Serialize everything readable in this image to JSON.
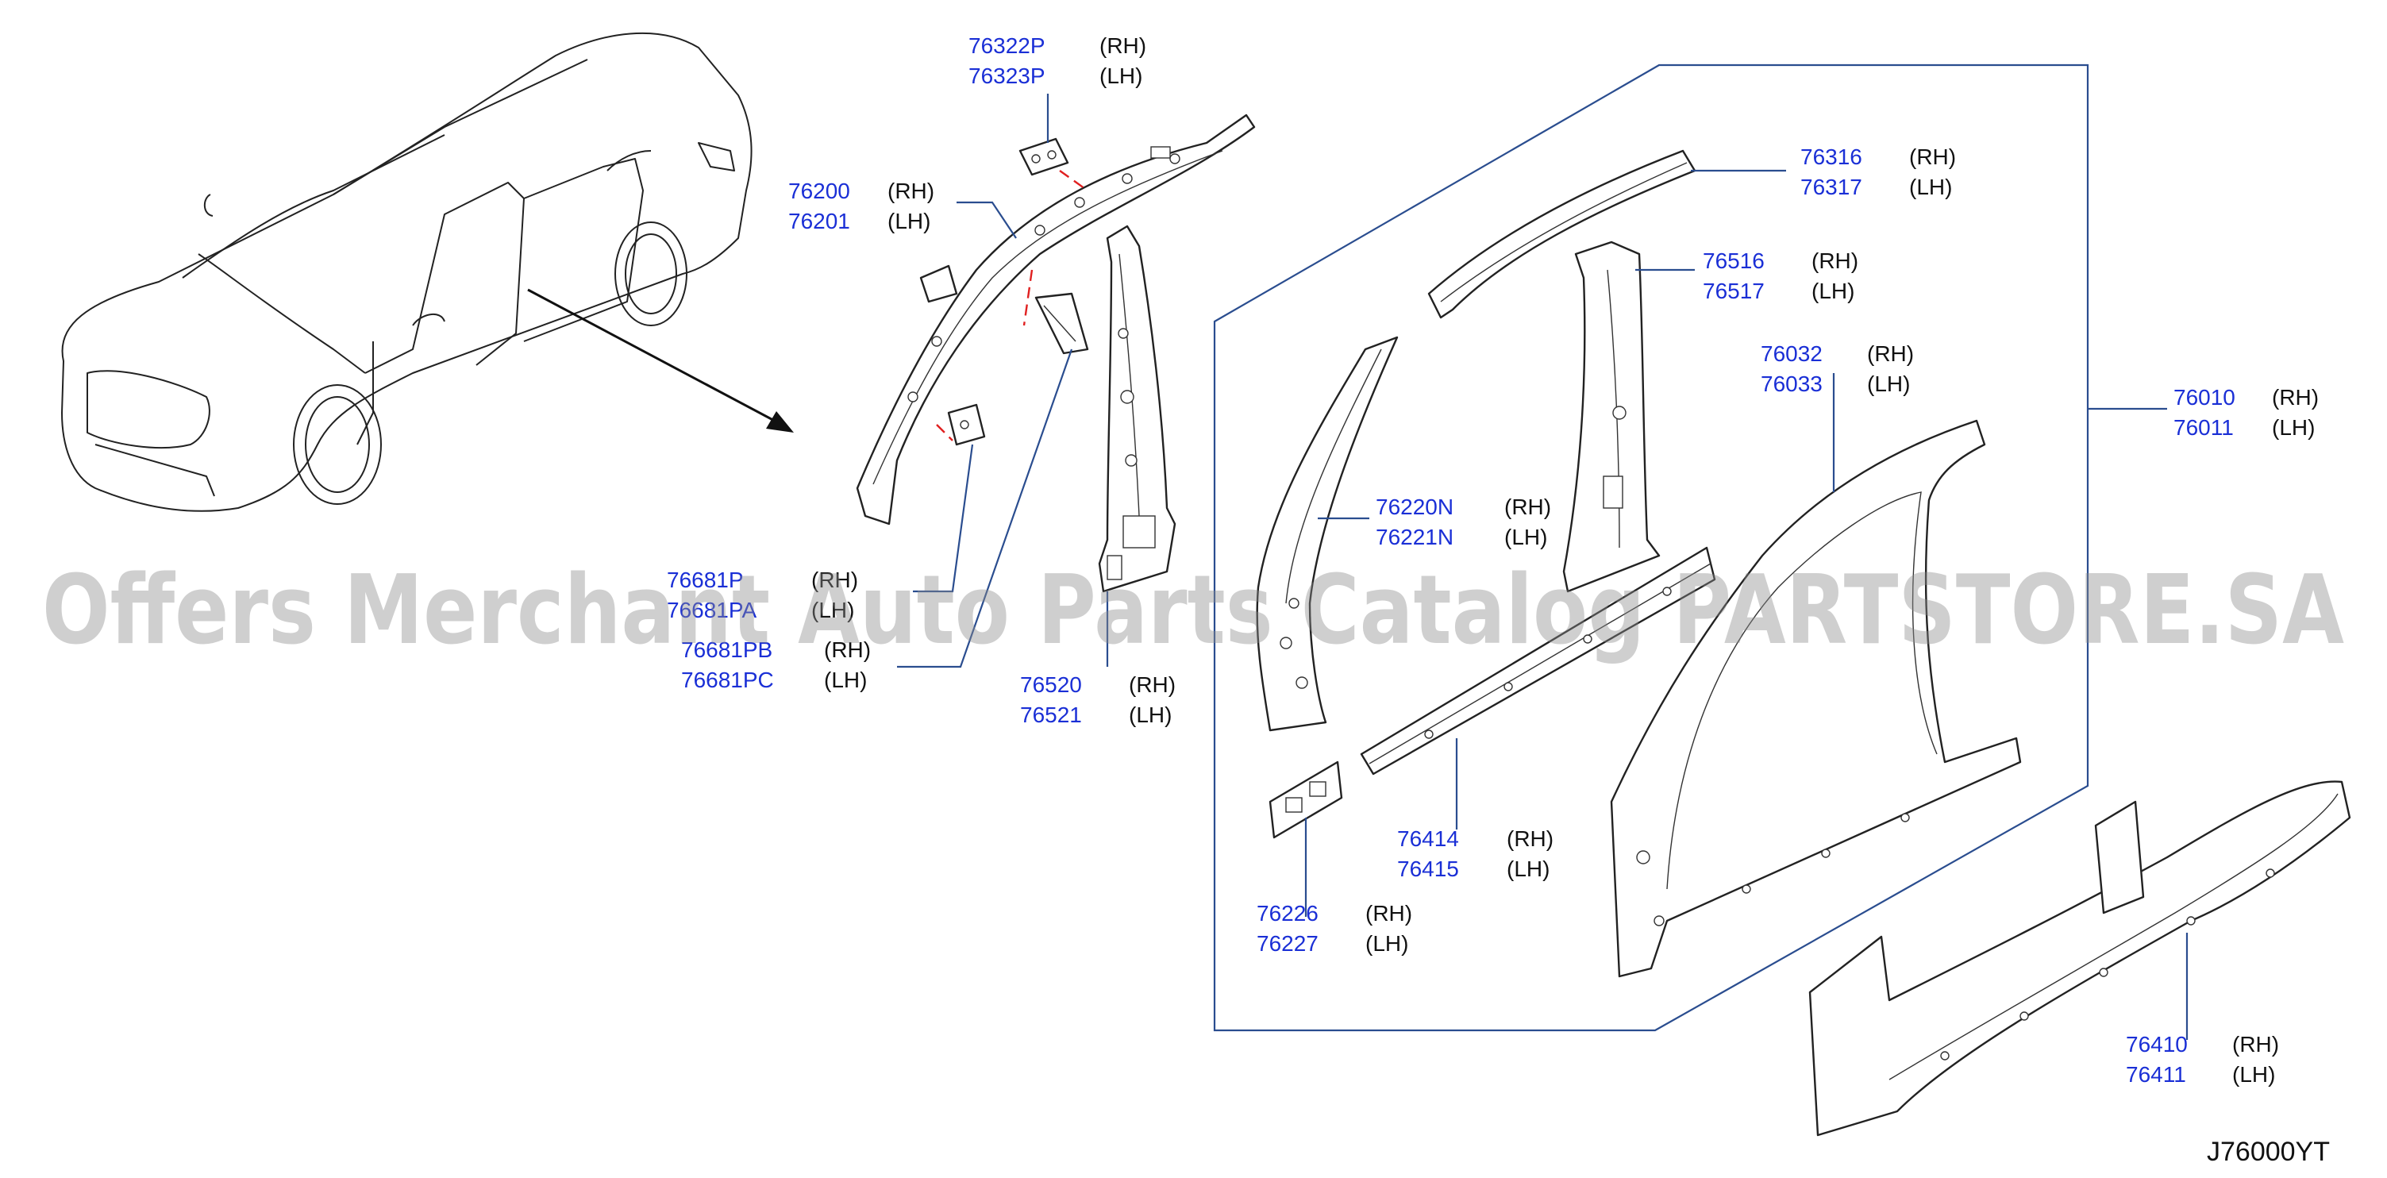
{
  "watermark": "Offers Merchant Auto Parts Catalog PARTSTORE.SA",
  "diagram_code": "J76000YT",
  "callouts": {
    "c76322": {
      "n1": "76322P",
      "s1": "(RH)",
      "n2": "76323P",
      "s2": "(LH)"
    },
    "c76200": {
      "n1": "76200",
      "s1": "(RH)",
      "n2": "76201",
      "s2": "(LH)"
    },
    "c76681p": {
      "n1": "76681P",
      "s1": "(RH)",
      "n2": "76681PA",
      "s2": "(LH)"
    },
    "c76681pb": {
      "n1": "76681PB",
      "s1": "(RH)",
      "n2": "76681PC",
      "s2": "(LH)"
    },
    "c76520": {
      "n1": "76520",
      "s1": "(RH)",
      "n2": "76521",
      "s2": "(LH)"
    },
    "c76316": {
      "n1": "76316",
      "s1": "(RH)",
      "n2": "76317",
      "s2": "(LH)"
    },
    "c76516": {
      "n1": "76516",
      "s1": "(RH)",
      "n2": "76517",
      "s2": "(LH)"
    },
    "c76032": {
      "n1": "76032",
      "s1": "(RH)",
      "n2": "76033",
      "s2": "(LH)"
    },
    "c76010": {
      "n1": "76010",
      "s1": "(RH)",
      "n2": "76011",
      "s2": "(LH)"
    },
    "c76220": {
      "n1": "76220N",
      "s1": "(RH)",
      "n2": "76221N",
      "s2": "(LH)"
    },
    "c76414": {
      "n1": "76414",
      "s1": "(RH)",
      "n2": "76415",
      "s2": "(LH)"
    },
    "c76226": {
      "n1": "76226",
      "s1": "(RH)",
      "n2": "76227",
      "s2": "(LH)"
    },
    "c76410": {
      "n1": "76410",
      "s1": "(RH)",
      "n2": "76411",
      "s2": "(LH)"
    }
  },
  "colors": {
    "part_number": "#1a2fd6",
    "leader": "#2a4d8f",
    "clip_line": "#e02020"
  }
}
